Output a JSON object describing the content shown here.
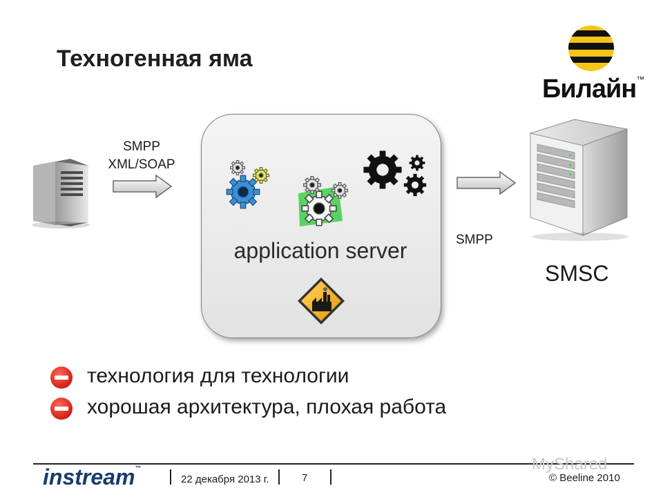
{
  "slide": {
    "title": "Техногенная яма",
    "brand": {
      "word": "Билайн",
      "tm": "™"
    }
  },
  "diagram": {
    "client_node": {
      "icon": "server-tower-icon"
    },
    "arrow_in": {
      "labels": [
        "SMPP",
        "XML/SOAP"
      ]
    },
    "app_server": {
      "label": "application server",
      "icons": [
        "gears-icon",
        "hazard-factory-icon"
      ]
    },
    "arrow_out": {
      "label": "SMPP"
    },
    "smsc_node": {
      "label": "SMSC",
      "icon": "server-tower-icon"
    }
  },
  "bullets": [
    {
      "icon": "stop-sign-icon",
      "text": "технология для технологии"
    },
    {
      "icon": "stop-sign-icon",
      "text": "хорошая архитектура, плохая работа"
    }
  ],
  "footer": {
    "logo": "instream",
    "tm": "™",
    "date": "22 декабря 2013 г.",
    "page": "7",
    "copyright": "© Beeline 2010",
    "watermark": "MyShared"
  },
  "colors": {
    "brand_yellow": "#f5c518",
    "brand_black": "#111111",
    "stop_red": "#d11f14",
    "gear_blue": "#3a8fd8",
    "gear_green": "#3ecf4a",
    "footer_logo": "#1a3a6b"
  }
}
